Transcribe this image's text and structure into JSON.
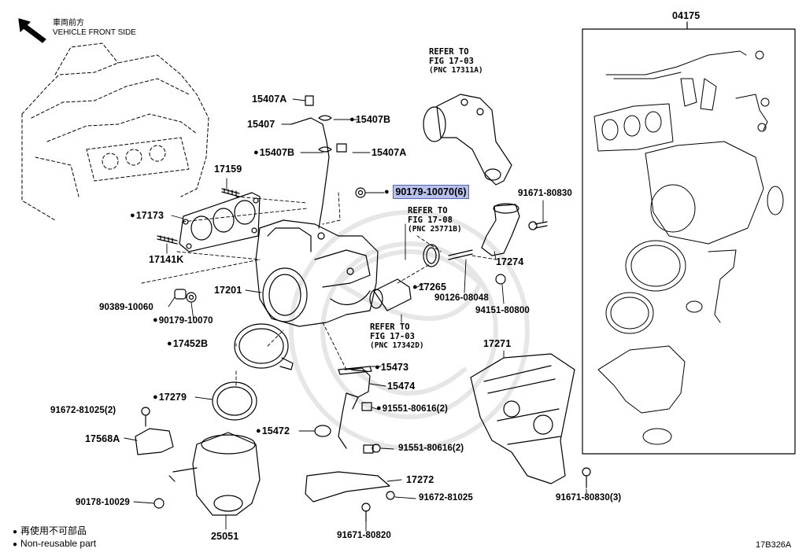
{
  "orientation": {
    "line1": "車両前方",
    "line2": "VEHICLE FRONT SIDE",
    "icon": "arrow-up-left-icon"
  },
  "kit": {
    "number": "04175"
  },
  "refs": {
    "r1": {
      "l1": "REFER TO",
      "l2": "FIG 17-03",
      "l3": "(PNC 17311A)"
    },
    "r2": {
      "l1": "REFER TO",
      "l2": "FIG 17-08",
      "l3": "(PNC 25771B)"
    },
    "r3": {
      "l1": "REFER TO",
      "l2": "FIG 17-03",
      "l3": "(PNC 17342D)"
    }
  },
  "parts": {
    "p15407A_top": "15407A",
    "p15407": "15407",
    "p15407B_right": "15407B",
    "p15407B_left": "15407B",
    "p15407A_right": "15407A",
    "p17159": "17159",
    "p17173": "17173",
    "p17141K": "17141K",
    "p90179_10070_6": "90179-10070(6)",
    "p91671_80830": "91671-80830",
    "p17274": "17274",
    "p17201": "17201",
    "p17265": "17265",
    "p90126_08048": "90126-08048",
    "p94151_80800": "94151-80800",
    "p90389_10060": "90389-10060",
    "p90179_10070": "90179-10070",
    "p17452B": "17452B",
    "p17271": "17271",
    "p15473": "15473",
    "p15474": "15474",
    "p17279": "17279",
    "p91672_81025_2": "91672-81025(2)",
    "p91551_80616_2a": "91551-80616(2)",
    "p15472": "15472",
    "p17568A": "17568A",
    "p91551_80616_2b": "91551-80616(2)",
    "p17272": "17272",
    "p90178_10029": "90178-10029",
    "p91672_81025": "91672-81025",
    "p91671_80830_3": "91671-80830(3)",
    "p25051": "25051",
    "p91671_80820": "91671-80820"
  },
  "legend": {
    "symbol": "●",
    "jp": "再使用不可部品",
    "en": "Non-reusable part"
  },
  "drawing_number": "17B326A",
  "colors": {
    "highlight_fill": "#b8c2ec",
    "highlight_border": "#5664b4",
    "line": "#000000"
  }
}
